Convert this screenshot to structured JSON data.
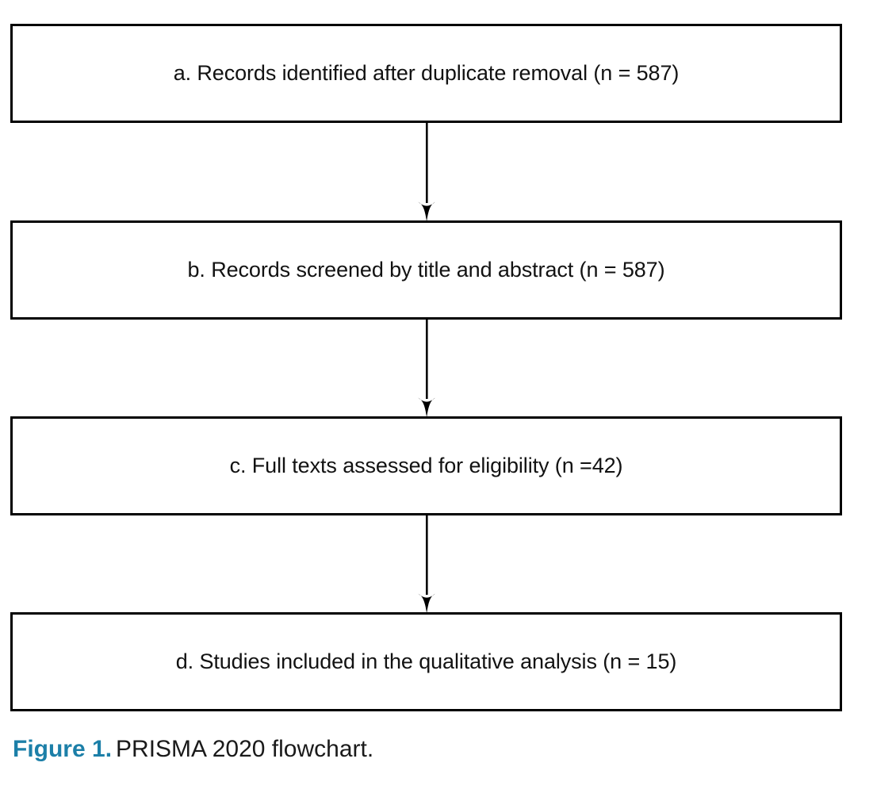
{
  "figure": {
    "type": "flowchart",
    "flow": {
      "nodes": [
        {
          "id": "a",
          "label": "a. Records identified after duplicate removal (n = 587)",
          "step": "identification",
          "count": 587
        },
        {
          "id": "b",
          "label": "b. Records screened by title and abstract (n = 587)",
          "step": "screening",
          "count": 587
        },
        {
          "id": "c",
          "label": "c. Full texts assessed for eligibility (n =42)",
          "step": "eligibility",
          "count": 42
        },
        {
          "id": "d",
          "label": "d. Studies included in the qualitative analysis (n = 15)",
          "step": "included",
          "count": 15
        }
      ],
      "connectors": [
        {
          "id": "ab",
          "from": "a",
          "to": "b",
          "icon": "down-arrow-icon"
        },
        {
          "id": "bc",
          "from": "b",
          "to": "c",
          "icon": "down-arrow-icon"
        },
        {
          "id": "cd",
          "from": "c",
          "to": "d",
          "icon": "down-arrow-icon"
        }
      ]
    },
    "caption": {
      "figure_label": "Figure 1.",
      "text": "PRISMA 2020 flowchart."
    },
    "colors": {
      "caption_accent": "#1c7fa8",
      "box_border": "#000000",
      "text": "#121212",
      "background": "#ffffff"
    }
  }
}
